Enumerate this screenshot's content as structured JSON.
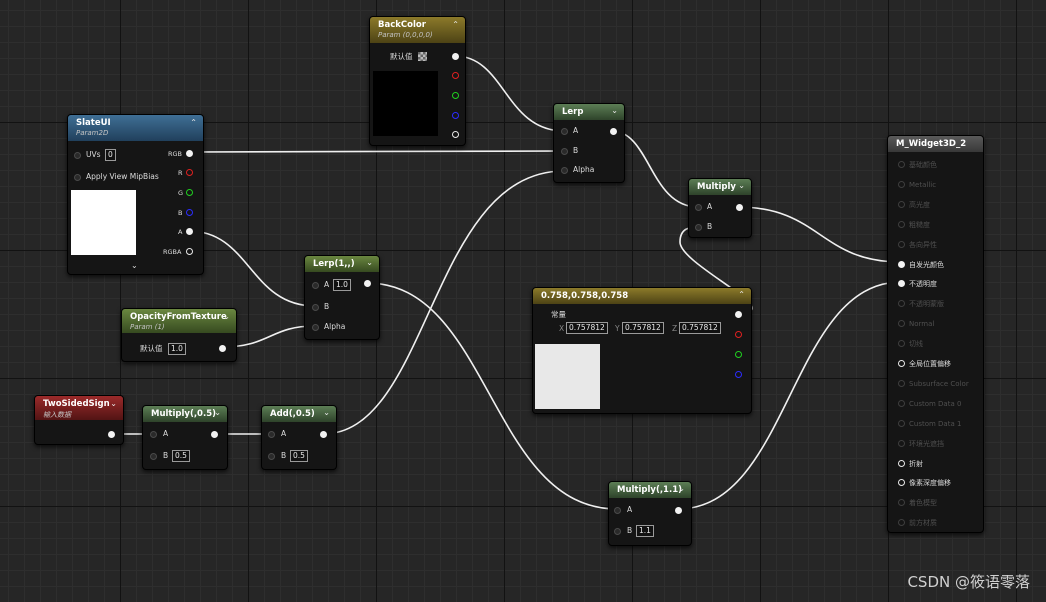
{
  "nodes": {
    "backcolor": {
      "title": "BackColor",
      "subtitle": "Param (0,0,0,0)",
      "default_label": "默认值"
    },
    "slateui": {
      "title": "SlateUI",
      "subtitle": "Param2D",
      "uvs_label": "UVs",
      "uvs_value": "0",
      "mip_label": "Apply View MipBias",
      "pins": [
        "RGB",
        "R",
        "G",
        "B",
        "A",
        "RGBA"
      ]
    },
    "lerp": {
      "title": "Lerp",
      "pins": [
        "A",
        "B",
        "Alpha"
      ]
    },
    "multiply": {
      "title": "Multiply",
      "pins": [
        "A",
        "B"
      ]
    },
    "lerp1": {
      "title": "Lerp(1,,)",
      "a_label": "A",
      "a_value": "1.0",
      "b_label": "B",
      "alpha_label": "Alpha"
    },
    "opacity": {
      "title": "OpacityFromTexture",
      "subtitle": "Param (1)",
      "default_label": "默认值",
      "default_value": "1.0"
    },
    "twosided": {
      "title": "TwoSidedSign",
      "subtitle": "输入数据"
    },
    "mult05": {
      "title": "Multiply(,0.5)",
      "a_label": "A",
      "b_label": "B",
      "b_value": "0.5"
    },
    "add05": {
      "title": "Add(,0.5)",
      "a_label": "A",
      "b_label": "B",
      "b_value": "0.5"
    },
    "constant": {
      "title": "0.758,0.758,0.758",
      "label": "常量",
      "x_label": "X",
      "x_value": "0.757812",
      "y_label": "Y",
      "y_value": "0.757812",
      "z_label": "Z",
      "z_value": "0.757812"
    },
    "mult11": {
      "title": "Multiply(,1.1)",
      "a_label": "A",
      "b_label": "B",
      "b_value": "1.1"
    },
    "material": {
      "title": "M_Widget3D_2",
      "pins": [
        {
          "label": "基础颜色",
          "active": false
        },
        {
          "label": "Metallic",
          "active": false
        },
        {
          "label": "高光度",
          "active": false
        },
        {
          "label": "粗糙度",
          "active": false
        },
        {
          "label": "各向异性",
          "active": false
        },
        {
          "label": "自发光颜色",
          "active": true
        },
        {
          "label": "不透明度",
          "active": true
        },
        {
          "label": "不透明蒙版",
          "active": false
        },
        {
          "label": "Normal",
          "active": false
        },
        {
          "label": "切线",
          "active": false
        },
        {
          "label": "全局位置偏移",
          "active": true
        },
        {
          "label": "Subsurface Color",
          "active": false
        },
        {
          "label": "Custom Data 0",
          "active": false
        },
        {
          "label": "Custom Data 1",
          "active": false
        },
        {
          "label": "环境光遮挡",
          "active": false
        },
        {
          "label": "折射",
          "active": true
        },
        {
          "label": "像素深度偏移",
          "active": true
        },
        {
          "label": "着色模型",
          "active": false
        },
        {
          "label": "前方材质",
          "active": false
        }
      ]
    }
  },
  "watermark": "CSDN @筱语零落",
  "colors": {
    "background": "#262626",
    "wire": "#f0f0f0",
    "pin_red": "#e02020",
    "pin_green": "#20d020",
    "pin_blue": "#2c2cff"
  },
  "icons": {
    "collapse": "chevron-up-icon",
    "expand": "chevron-down-icon",
    "checker": "checkerboard-icon"
  }
}
